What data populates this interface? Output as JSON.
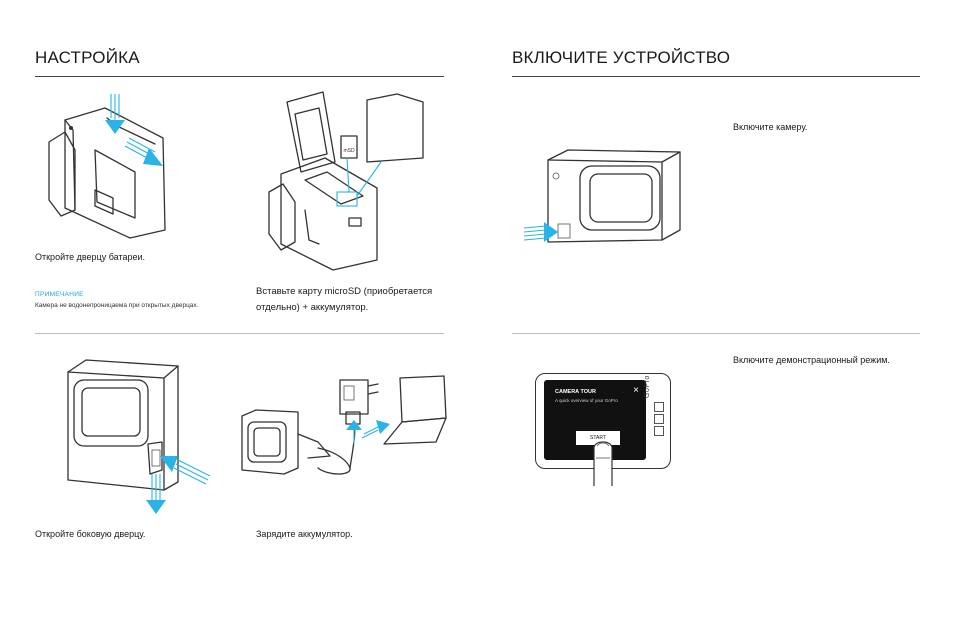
{
  "left": {
    "heading": "НАСТРОЙКА",
    "step1": {
      "caption": "Откройте дверцу батареи."
    },
    "note": {
      "label": "ПРИМЕЧАНИЕ",
      "text": "Камера не водонепроницаема при открытых дверцах."
    },
    "step2": {
      "caption": "Вставьте карту microSD (приобретается отдельно) + аккумулятор."
    },
    "step3": {
      "caption": "Откройте боковую дверцу."
    },
    "step4": {
      "caption": "Зарядите аккумулятор."
    }
  },
  "right": {
    "heading": "ВКЛЮЧИТЕ УСТРОЙСТВО",
    "step1": {
      "caption": "Включите камеру."
    },
    "step2": {
      "caption": "Включите демонстрационный режим."
    },
    "screen": {
      "title": "CAMERA TOUR",
      "subtitle": "A quick overview of your GoPro",
      "close": "×",
      "button": "START",
      "brand": "GoPro"
    }
  },
  "colors": {
    "accent": "#2ab3e6",
    "text": "#1a1a1a",
    "rule": "#444444"
  }
}
